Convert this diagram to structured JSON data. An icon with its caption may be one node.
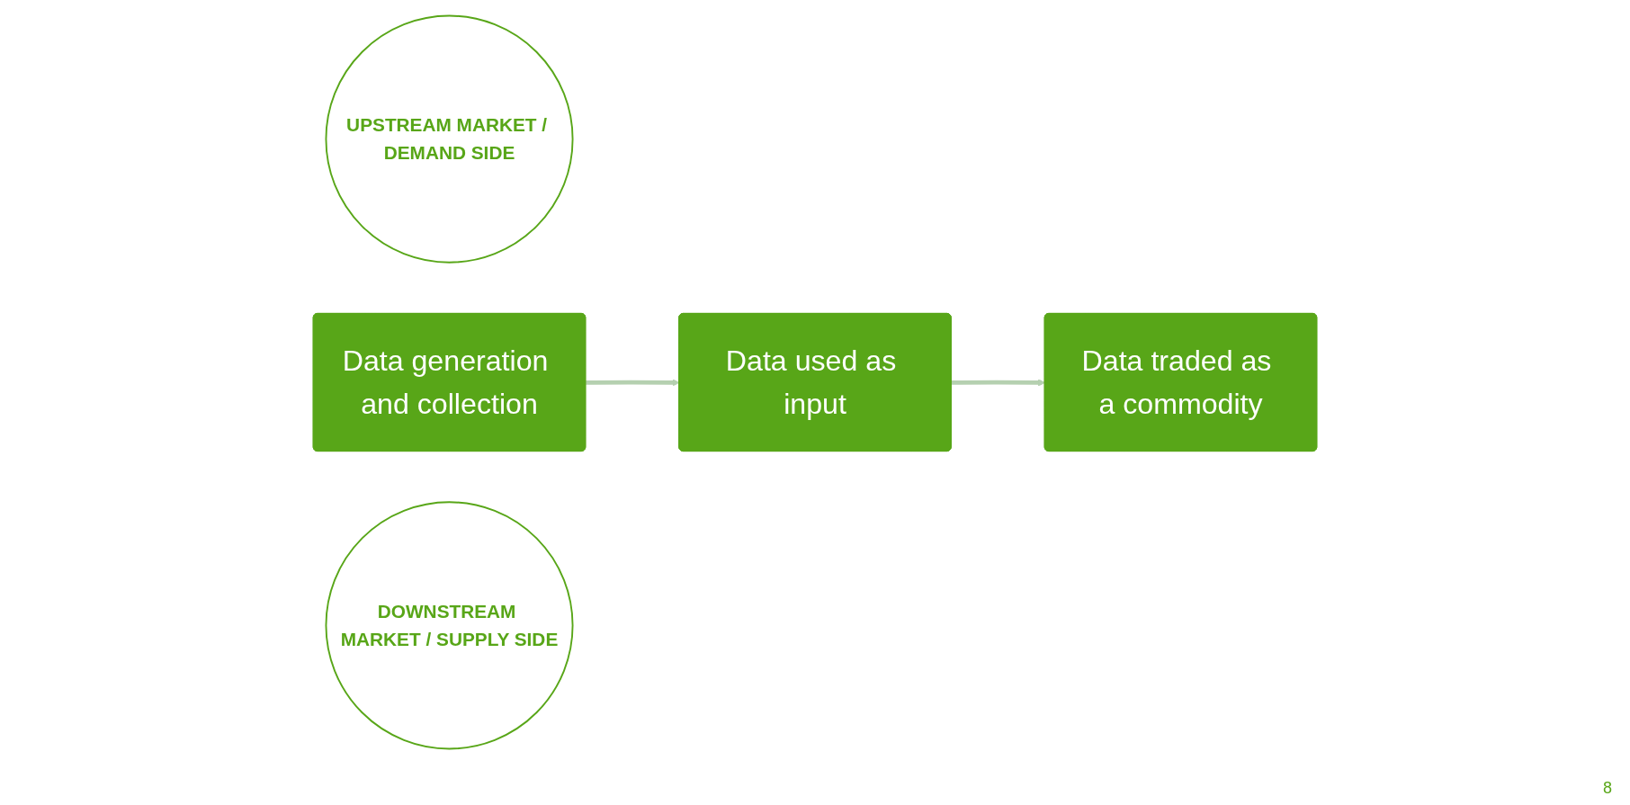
{
  "diagram": {
    "nodes": [
      {
        "text": [
          "UPSTREAM MARKET / DEMAND SIDE"
        ]
      },
      {
        "text": [
          "Data generation and collection"
        ]
      },
      {
        "text": [
          "Data used as input"
        ]
      },
      {
        "text": [
          "Data traded as a commodity"
        ]
      },
      {
        "text": [
          "DOWNSTREAM MARKET / SUPPLY SIDE"
        ]
      }
    ],
    "edges": [
      {
        "from": 1,
        "to": 2,
        "arrow": "to"
      },
      {
        "from": 2,
        "to": 3,
        "arrow": "to"
      }
    ],
    "labels": [
      "8"
    ]
  }
}
